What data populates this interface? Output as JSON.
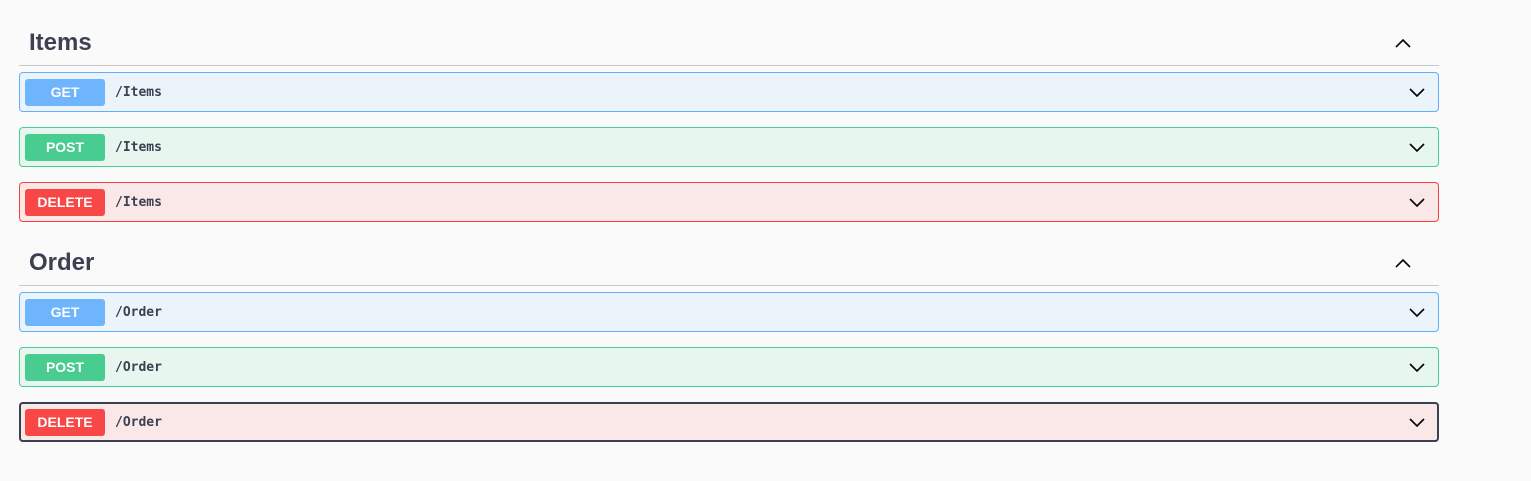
{
  "sections": [
    {
      "title": "Items",
      "operations": [
        {
          "method": "GET",
          "path": "/Items"
        },
        {
          "method": "POST",
          "path": "/Items"
        },
        {
          "method": "DELETE",
          "path": "/Items"
        }
      ]
    },
    {
      "title": "Order",
      "operations": [
        {
          "method": "GET",
          "path": "/Order"
        },
        {
          "method": "POST",
          "path": "/Order"
        },
        {
          "method": "DELETE",
          "path": "/Order"
        }
      ]
    }
  ],
  "icons": {
    "collapse": "chevron-up-icon",
    "expand": "chevron-down-icon"
  },
  "colors": {
    "get": "#61affe",
    "post": "#49cc90",
    "delete": "#f93e3e",
    "text": "#3b4151"
  }
}
